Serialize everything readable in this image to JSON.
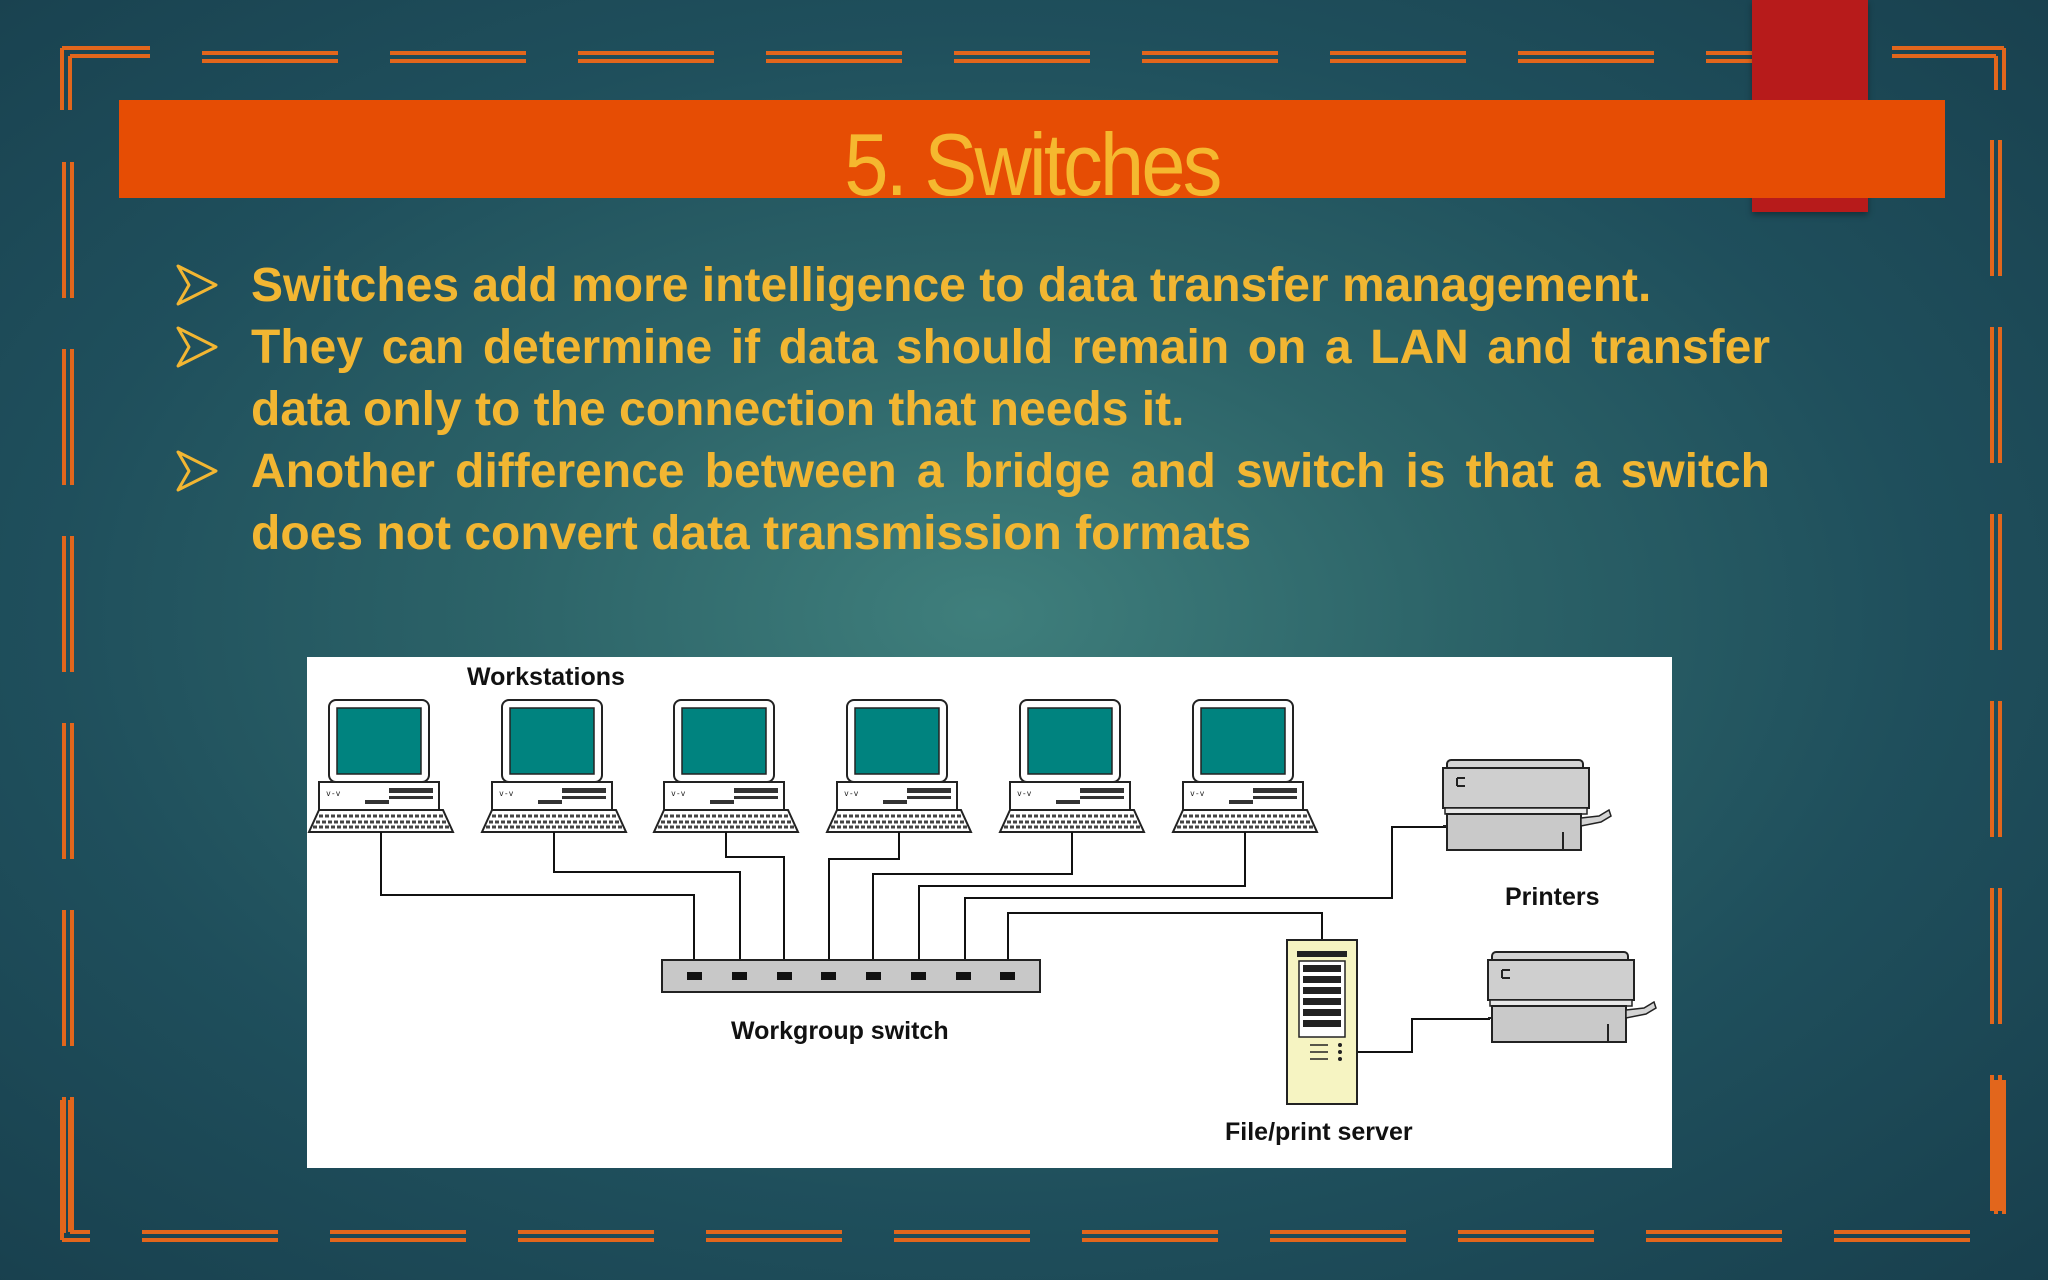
{
  "slide": {
    "title": "5. Switches",
    "bullets": [
      "Switches add more intelligence to data transfer management.",
      "They can determine if data should remain on a LAN and transfer data only to the connection that needs it.",
      "Another difference between a bridge and switch is that a switch does not convert data transmission formats"
    ]
  },
  "diagram": {
    "workstations_label": "Workstations",
    "switch_label": "Workgroup switch",
    "printers_label": "Printers",
    "server_label": "File/print server"
  },
  "colors": {
    "banner": "#e64d04",
    "accent_tab": "#b71b1b",
    "text_gold": "#f2b632",
    "frame_orange": "#e2661c",
    "monitor_screen": "#00837f"
  }
}
